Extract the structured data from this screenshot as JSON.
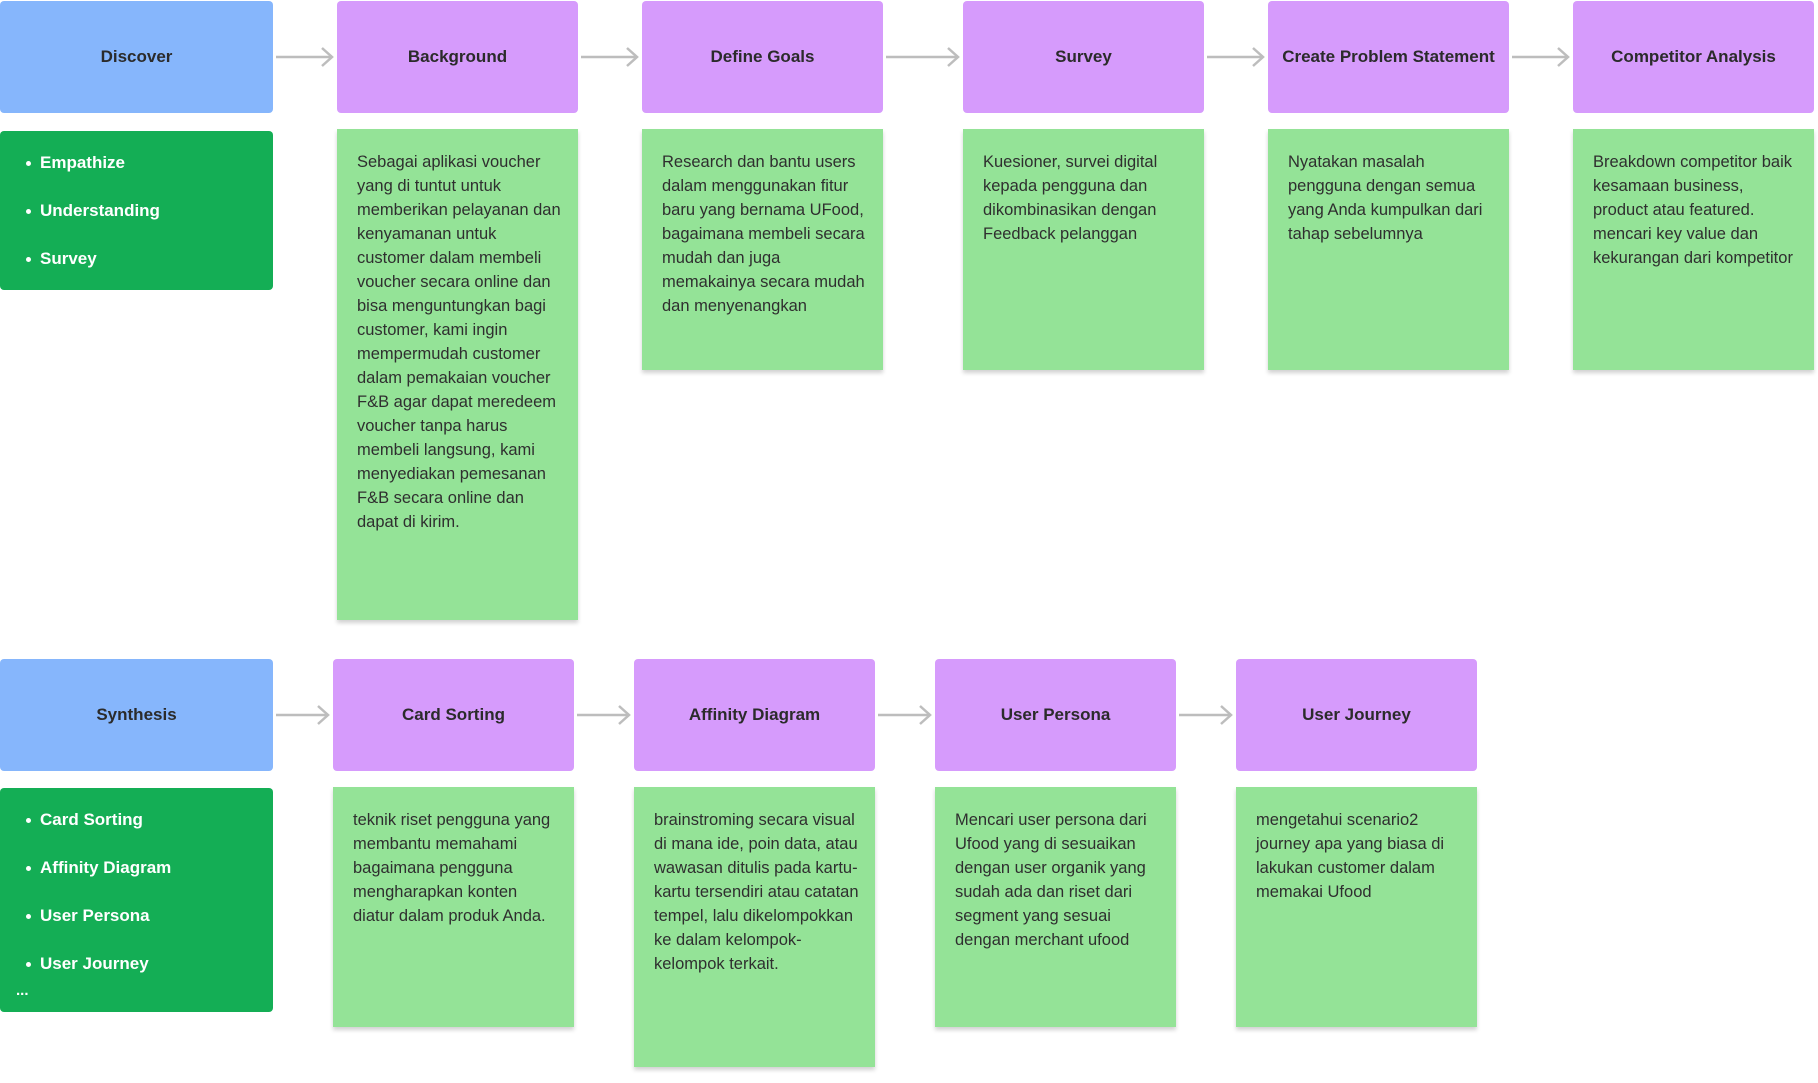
{
  "colors": {
    "phase": "#86b6fc",
    "step": "#d69bfc",
    "list": "#14ae55",
    "note": "#94e397",
    "arrow": "#bdbdbd"
  },
  "discover": {
    "title": "Discover",
    "items": [
      "Empathize",
      "Understanding",
      "Survey"
    ],
    "steps": [
      {
        "title": "Background",
        "text": "Sebagai aplikasi voucher yang di tuntut untuk memberikan pelayanan dan kenyamanan untuk customer dalam membeli voucher secara online dan bisa menguntungkan bagi customer, kami ingin mempermudah customer dalam pemakaian voucher F&B agar dapat meredeem voucher tanpa harus membeli langsung, kami menyediakan pemesanan F&B secara online dan dapat di kirim."
      },
      {
        "title": "Define Goals",
        "text": "Research dan bantu users dalam menggunakan fitur baru yang bernama UFood, bagaimana membeli secara mudah dan juga memakainya secara mudah dan menyenangkan"
      },
      {
        "title": "Survey",
        "text": "Kuesioner, survei digital kepada pengguna dan dikombinasikan dengan Feedback pelanggan"
      },
      {
        "title": "Create Problem Statement",
        "text": "Nyatakan masalah pengguna dengan semua yang Anda kumpulkan dari tahap sebelumnya"
      },
      {
        "title": "Competitor Analysis",
        "text": "Breakdown competitor baik kesamaan business, product atau featured. mencari key value dan kekurangan dari kompetitor"
      }
    ]
  },
  "synthesis": {
    "title": "Synthesis",
    "items": [
      "Card Sorting",
      "Affinity Diagram",
      "User Persona",
      "User Journey"
    ],
    "ellipsis": "...",
    "steps": [
      {
        "title": "Card Sorting",
        "text": "teknik riset pengguna yang membantu memahami bagaimana pengguna mengharapkan konten diatur dalam produk Anda."
      },
      {
        "title": "Affinity Diagram",
        "text": "brainstroming secara visual di mana ide, poin data, atau wawasan ditulis pada kartu-kartu tersendiri atau catatan tempel, lalu dikelompokkan ke dalam kelompok-kelompok terkait."
      },
      {
        "title": "User Persona",
        "text": "Mencari user persona dari Ufood yang di sesuaikan dengan user organik yang sudah ada dan riset dari segment yang sesuai dengan merchant ufood"
      },
      {
        "title": "User Journey",
        "text": "mengetahui scenario2 journey apa yang biasa di lakukan customer dalam memakai Ufood"
      }
    ]
  }
}
